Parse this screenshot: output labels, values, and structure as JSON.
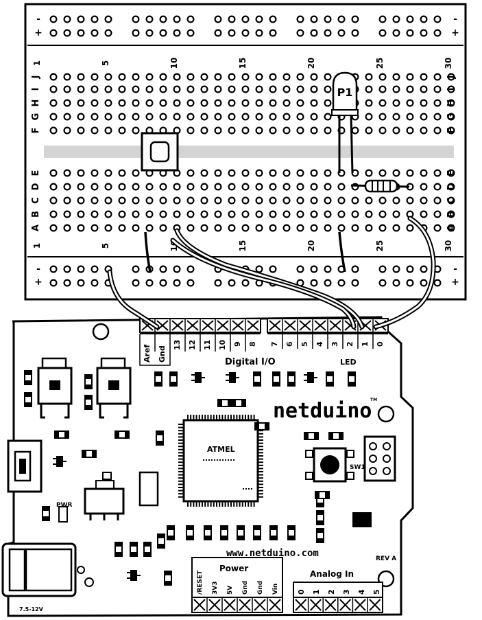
{
  "breadboard": {
    "column_numbers": [
      "1",
      "5",
      "10",
      "15",
      "20",
      "25",
      "30"
    ],
    "rows_top": [
      "J",
      "I",
      "H",
      "G",
      "F"
    ],
    "rows_bottom": [
      "E",
      "D",
      "C",
      "B",
      "A"
    ],
    "rail_plus": "+",
    "rail_minus": "-",
    "led_label": "P1"
  },
  "board": {
    "brand": "netduino",
    "trademark": "TM",
    "website": "www.netduino.com",
    "revision": "REV A",
    "digital_label": "Digital I/O",
    "led_label": "LED",
    "switch_label": "SW1",
    "pwr_label": "PWR",
    "power_label": "Power",
    "analog_label": "Analog In",
    "chip_brand": "ATMEL",
    "voltage_label": "7.5-12V",
    "digital_pins_left": [
      "Aref",
      "Gnd",
      "13",
      "12",
      "11",
      "10",
      "9",
      "8"
    ],
    "digital_pins_right": [
      "7",
      "6",
      "5",
      "4",
      "3",
      "2",
      "1",
      "0"
    ],
    "power_pins": [
      "/RESET",
      "3V3",
      "5V",
      "Gnd",
      "Gnd",
      "Vin"
    ],
    "analog_pins": [
      "0",
      "1",
      "2",
      "3",
      "4",
      "5"
    ]
  }
}
